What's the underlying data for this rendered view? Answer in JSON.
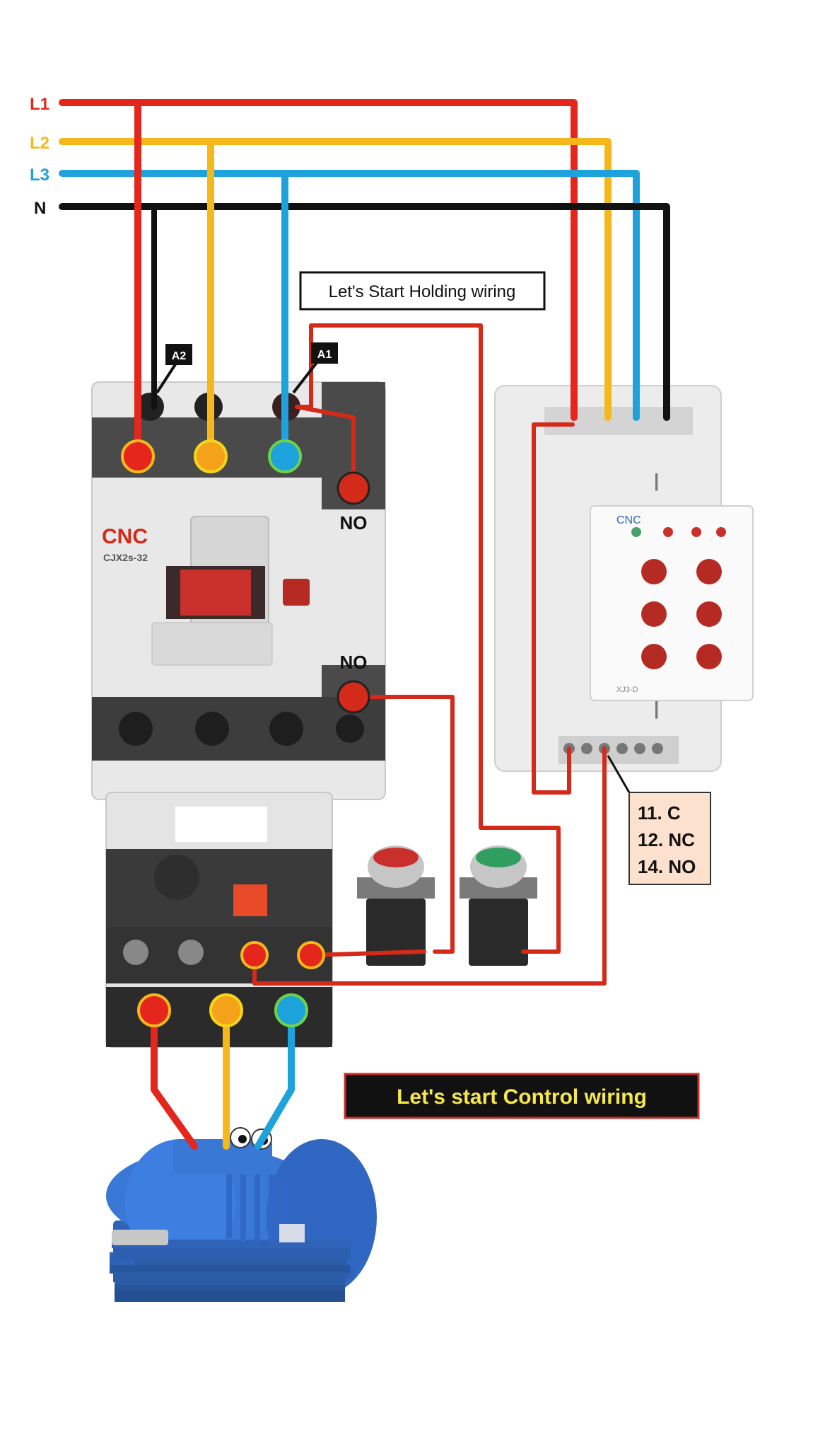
{
  "lines": {
    "l1": "L1",
    "l2": "L2",
    "l3": "L3",
    "n": "N"
  },
  "contactor": {
    "brand": "CNC",
    "model": "CJX2s-32",
    "coil_a2": "A2",
    "coil_a1": "A1",
    "aux_no_top": "NO",
    "aux_no_bottom": "NO"
  },
  "relay": {
    "brand": "CNC",
    "model": "XJ3-D",
    "terminal_labels": [
      "11. C",
      "12. NC",
      "14. NO"
    ]
  },
  "annotations": {
    "holding": "Let's Start Holding wiring",
    "control": "Let's start Control wiring"
  },
  "colors": {
    "l1": "#e4261c",
    "l2": "#f5b81b",
    "l3": "#1ea2dc",
    "n": "#111111",
    "control_wire": "#d42a1a",
    "motor": "#3a78d6",
    "contactor_body": "#e6e6e6",
    "terminal_strip": "#4a4a4a"
  }
}
